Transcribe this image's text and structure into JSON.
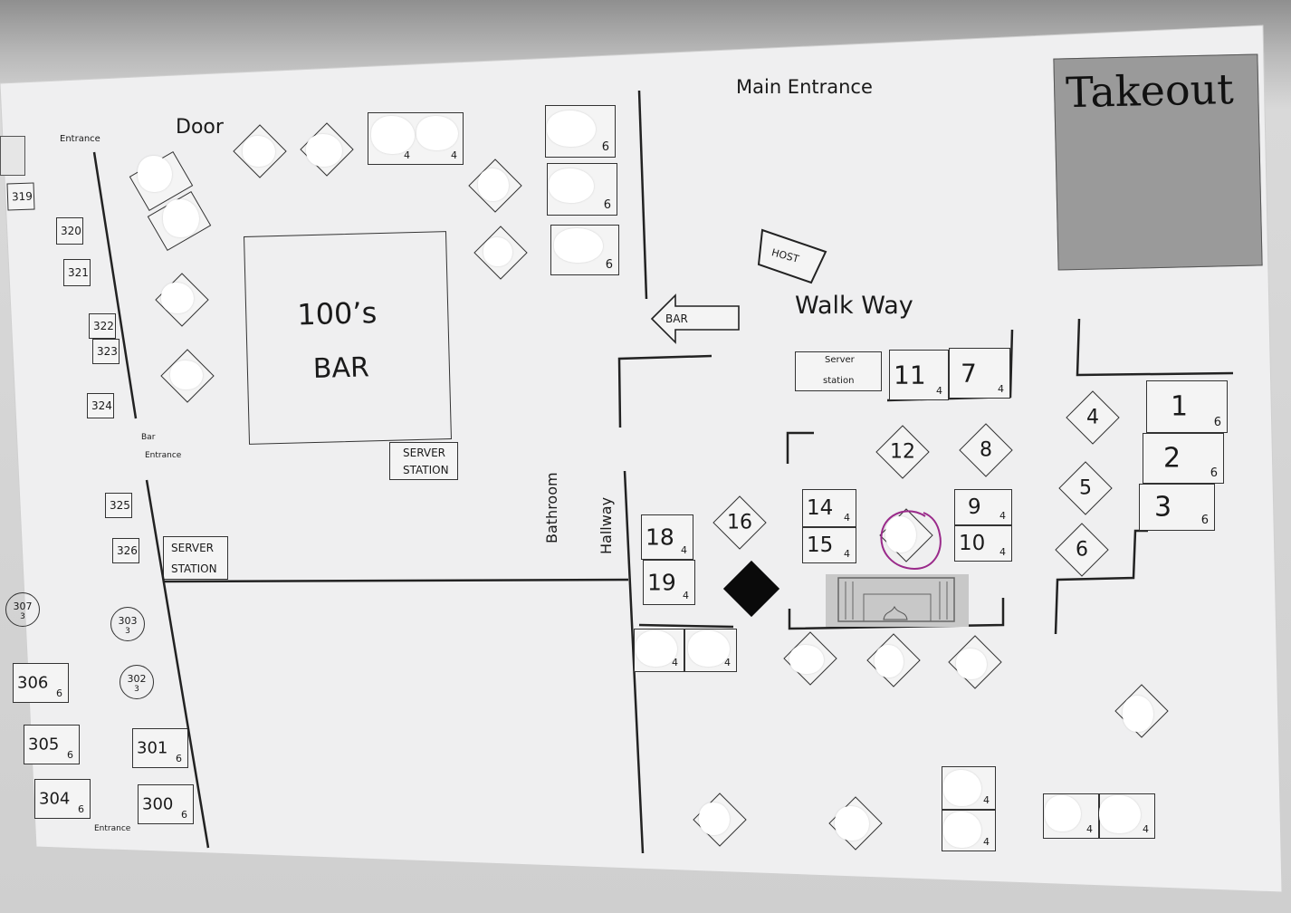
{
  "labels": {
    "main_entrance": "Main Entrance",
    "takeout": "Takeout",
    "door": "Door",
    "entrance_top": "Entrance",
    "entrance_bottom": "Entrance",
    "bar_entrance_line1": "Bar",
    "bar_entrance_line2": "Entrance",
    "bar_title_line1": "100’s",
    "bar_title_line2": "BAR",
    "server_station_bar_1": "SERVER",
    "server_station_bar_2": "STATION",
    "server_station_left_1": "SERVER",
    "server_station_left_2": "STATION",
    "server_station_small_1": "Server",
    "server_station_small_2": "station",
    "host": "HOST",
    "walk_way": "Walk Way",
    "bar_arrow": "BAR",
    "bathroom": "Bathroom",
    "hallway": "Hallway"
  },
  "left_tables": {
    "t319": "319",
    "t320": "320",
    "t321": "321",
    "t322": "322",
    "t323": "323",
    "t324": "324",
    "t325": "325",
    "t326": "326"
  },
  "left_round": [
    {
      "num": "307",
      "seats": "3"
    },
    {
      "num": "303",
      "seats": "3"
    },
    {
      "num": "302",
      "seats": "3"
    }
  ],
  "left_six": [
    {
      "num": "306",
      "seats": "6"
    },
    {
      "num": "305",
      "seats": "6"
    },
    {
      "num": "304",
      "seats": "6"
    },
    {
      "num": "301",
      "seats": "6"
    },
    {
      "num": "300",
      "seats": "6"
    }
  ],
  "booths": [
    {
      "num": "1",
      "seats": "6"
    },
    {
      "num": "2",
      "seats": "6"
    },
    {
      "num": "3",
      "seats": "6"
    }
  ],
  "square_tables": [
    {
      "num": "11",
      "seats": "4"
    },
    {
      "num": "7",
      "seats": "4"
    },
    {
      "num": "14",
      "seats": "4"
    },
    {
      "num": "15",
      "seats": "4"
    },
    {
      "num": "9",
      "seats": "4"
    },
    {
      "num": "10",
      "seats": "4"
    },
    {
      "num": "18",
      "seats": "4"
    },
    {
      "num": "19",
      "seats": "4"
    }
  ],
  "diamond_tables": {
    "d12": "12",
    "d8": "8",
    "d4": "4",
    "d5": "5",
    "d6": "6",
    "d16": "16"
  },
  "hidden_table_seats": {
    "four": "4",
    "six": "6"
  },
  "colors": {
    "paper": "#efeff0",
    "takeout_fill": "#9a9a9a",
    "circle_mark": "#9a2a8a",
    "blackout": "#0a0a0a"
  }
}
